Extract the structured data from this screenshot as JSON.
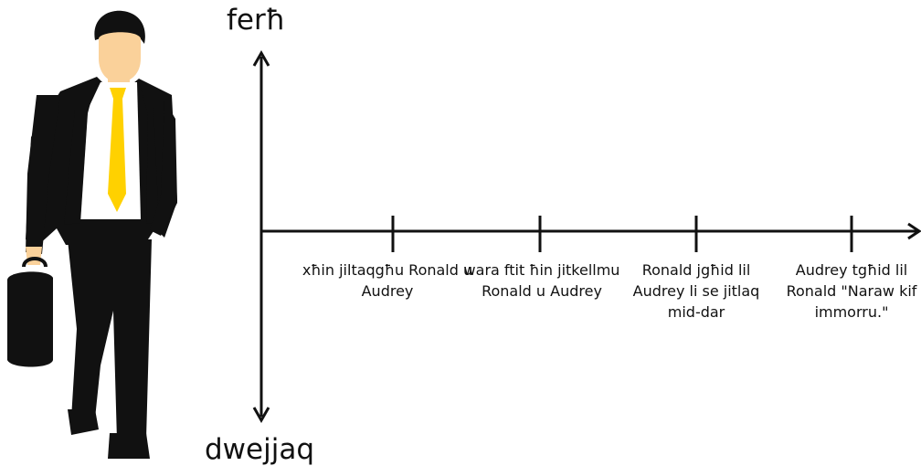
{
  "colors": {
    "ink": "#111111",
    "tie": "#FFD100",
    "skin": "#FAD19A",
    "suit": "#111111",
    "shirt": "#FFFFFF"
  },
  "illustration": {
    "icon": "businessman-walking-with-briefcase-icon"
  },
  "axis": {
    "top_label": "ferħ",
    "bottom_label": "dwejjaq"
  },
  "events": [
    {
      "label": "xħin jiltaqgħu Ronald u Audrey"
    },
    {
      "label": "wara ftit ħin jitkellmu Ronald u Audrey"
    },
    {
      "label": "Ronald jgħid lil Audrey li se jitlaq mid-dar"
    },
    {
      "label": "Audrey tgħid lil Ronald \"Naraw kif immorru.\""
    }
  ]
}
